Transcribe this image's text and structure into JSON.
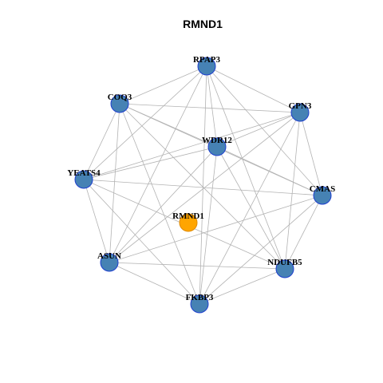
{
  "title": "RMND1",
  "colors": {
    "center_fill": "#FFA500",
    "center_stroke": "#E08A00",
    "node_fill": "#4682B4",
    "node_stroke": "#1E3FCF",
    "edge": "#B3B3B3"
  },
  "nodes": [
    {
      "id": "RPAP3",
      "role": "neighbor"
    },
    {
      "id": "COQ3",
      "role": "neighbor"
    },
    {
      "id": "GPN3",
      "role": "neighbor"
    },
    {
      "id": "WDR12",
      "role": "neighbor"
    },
    {
      "id": "YEATS4",
      "role": "neighbor"
    },
    {
      "id": "CMAS",
      "role": "neighbor"
    },
    {
      "id": "RMND1",
      "role": "center"
    },
    {
      "id": "ASUN",
      "role": "neighbor"
    },
    {
      "id": "NDUFB5",
      "role": "neighbor"
    },
    {
      "id": "FKBP3",
      "role": "neighbor"
    }
  ],
  "edges": [
    [
      "RPAP3",
      "COQ3"
    ],
    [
      "RPAP3",
      "GPN3"
    ],
    [
      "RPAP3",
      "WDR12"
    ],
    [
      "RPAP3",
      "YEATS4"
    ],
    [
      "RPAP3",
      "CMAS"
    ],
    [
      "RPAP3",
      "ASUN"
    ],
    [
      "RPAP3",
      "NDUFB5"
    ],
    [
      "RPAP3",
      "FKBP3"
    ],
    [
      "COQ3",
      "GPN3"
    ],
    [
      "COQ3",
      "WDR12"
    ],
    [
      "COQ3",
      "YEATS4"
    ],
    [
      "COQ3",
      "CMAS"
    ],
    [
      "COQ3",
      "ASUN"
    ],
    [
      "COQ3",
      "NDUFB5"
    ],
    [
      "COQ3",
      "FKBP3"
    ],
    [
      "GPN3",
      "WDR12"
    ],
    [
      "GPN3",
      "YEATS4"
    ],
    [
      "GPN3",
      "CMAS"
    ],
    [
      "GPN3",
      "ASUN"
    ],
    [
      "GPN3",
      "NDUFB5"
    ],
    [
      "GPN3",
      "FKBP3"
    ],
    [
      "WDR12",
      "YEATS4"
    ],
    [
      "WDR12",
      "CMAS"
    ],
    [
      "WDR12",
      "ASUN"
    ],
    [
      "WDR12",
      "NDUFB5"
    ],
    [
      "WDR12",
      "FKBP3"
    ],
    [
      "YEATS4",
      "CMAS"
    ],
    [
      "YEATS4",
      "ASUN"
    ],
    [
      "YEATS4",
      "NDUFB5"
    ],
    [
      "YEATS4",
      "FKBP3"
    ],
    [
      "CMAS",
      "ASUN"
    ],
    [
      "CMAS",
      "NDUFB5"
    ],
    [
      "CMAS",
      "FKBP3"
    ],
    [
      "ASUN",
      "NDUFB5"
    ],
    [
      "ASUN",
      "FKBP3"
    ],
    [
      "NDUFB5",
      "FKBP3"
    ]
  ]
}
